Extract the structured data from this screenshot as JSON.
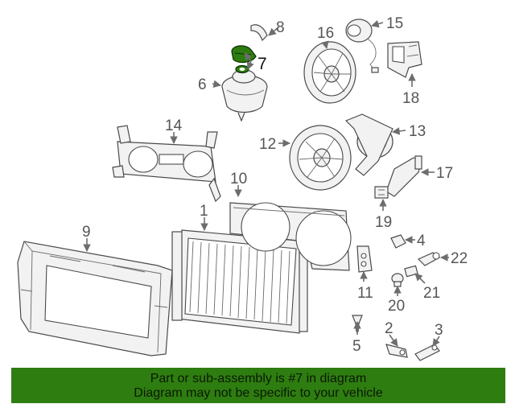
{
  "callouts": {
    "c1": "1",
    "c2": "2",
    "c3": "3",
    "c4": "4",
    "c5": "5",
    "c6": "6",
    "c7": "7",
    "c8": "8",
    "c9": "9",
    "c10": "10",
    "c11": "11",
    "c12": "12",
    "c13": "13",
    "c14": "14",
    "c15": "15",
    "c16": "16",
    "c17": "17",
    "c18": "18",
    "c19": "19",
    "c20": "20",
    "c21": "21",
    "c22": "22"
  },
  "highlighted_part": "7",
  "colors": {
    "highlight": "#2e7d10",
    "banner": "#2e7d10",
    "line": "#4a4a4a"
  },
  "banner": {
    "line1": "Part or sub-assembly is #7 in diagram",
    "line2": "Diagram may not be specific to your vehicle"
  }
}
